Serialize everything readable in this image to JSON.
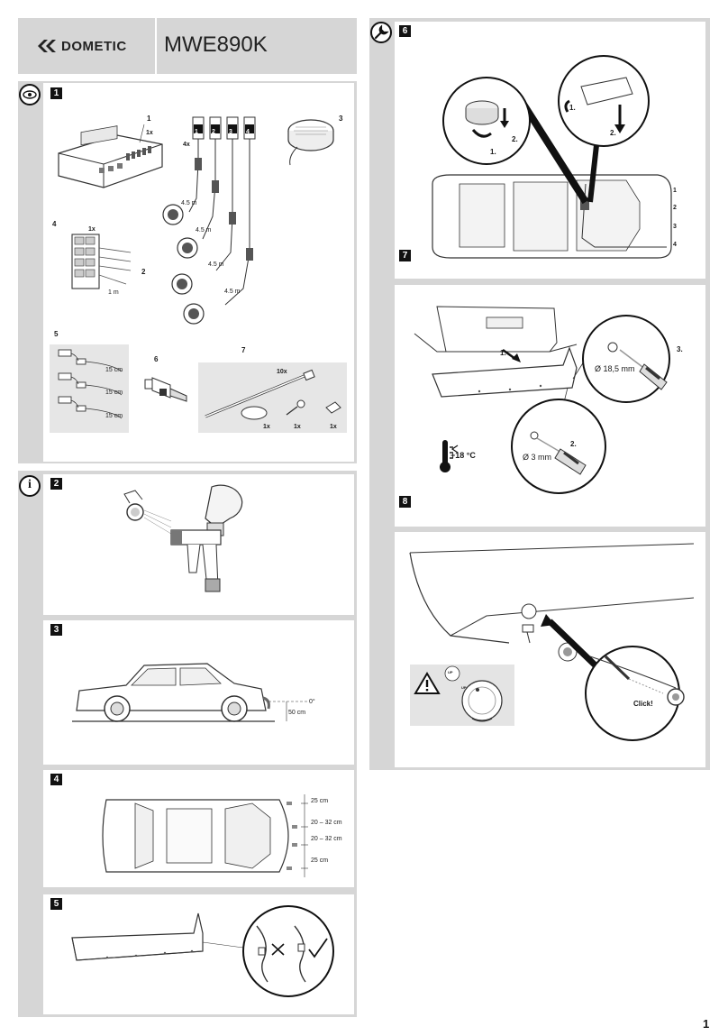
{
  "header": {
    "brand": "DOMETIC",
    "model": "MWE890K"
  },
  "page_number": "1",
  "steps": {
    "s1": "1",
    "s2": "2",
    "s3": "3",
    "s4": "4",
    "s5": "5",
    "s6": "6",
    "s7": "7",
    "s8": "8"
  },
  "parts": {
    "p1_num": "1",
    "p1_qty": "1x",
    "p2_num": "2",
    "p2_qty": "4x",
    "p3_num": "3",
    "p4_num": "4",
    "p4_qty": "1x",
    "p4_len": "1 m",
    "p5_num": "5",
    "p5_len_a": "15 cm",
    "p5_len_b": "15 cm",
    "p5_len_c": "15 cm",
    "p6_num": "6",
    "p7_num": "7",
    "p7_qty_ties": "10x",
    "p7_qty_a": "1x",
    "p7_qty_b": "1x",
    "p7_qty_c": "1x",
    "cable_len_a": "4.5 m",
    "cable_len_b": "4.5 m",
    "cable_len_c": "4.5 m",
    "cable_len_d": "4.5 m",
    "plug_labels": [
      "1",
      "2",
      "3",
      "4"
    ]
  },
  "fig3": {
    "angle": "0°",
    "height": "50 cm"
  },
  "fig4": {
    "d1": "25 cm",
    "d2": "20 – 32 cm",
    "d3": "20 – 32 cm",
    "d4": "25 cm"
  },
  "fig6": {
    "step1": "1.",
    "step2": "2.",
    "step1b": "1.",
    "step2b": "2.",
    "route": [
      "1",
      "2",
      "3",
      "4"
    ]
  },
  "fig7": {
    "step1": "1.",
    "step2": "2.",
    "step3": "3.",
    "hole_big": "Ø 18,5 mm",
    "hole_small": "Ø 3 mm",
    "temp": "+18 °C"
  },
  "fig8": {
    "click": "Click!",
    "up_a": "UP",
    "up_b": "UP"
  }
}
